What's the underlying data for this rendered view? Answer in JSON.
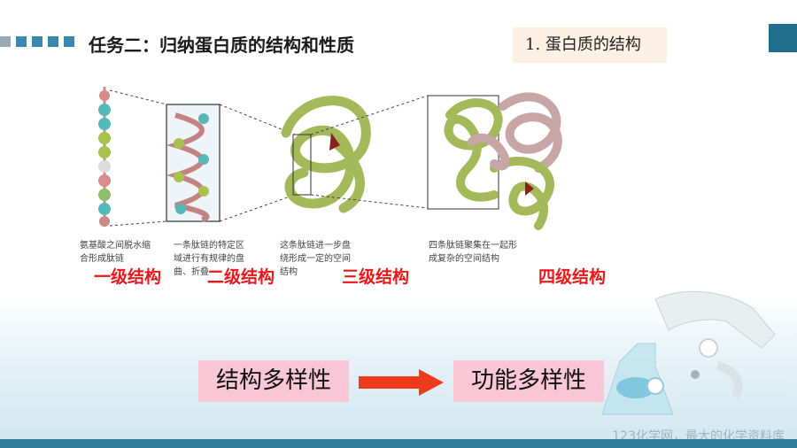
{
  "header": {
    "title": "任务二：归纳蛋白质的结构和性质",
    "section_badge": "1. 蛋白质的结构",
    "square_colors": [
      "#9aa9b3",
      "#3a88b0",
      "#3a88b0",
      "#3a88b0",
      "#3a88b0",
      "#3a88b0"
    ],
    "corner_color": "#1f6e8c"
  },
  "figure": {
    "captions": [
      [
        "氨基酸之间脱水缩",
        "合形成肽链"
      ],
      [
        "一条肽链的特定区",
        "域进行有规律的盘",
        "曲、折叠"
      ],
      [
        "这条肽链进一步盘",
        "绕形成一定的空间",
        "结构"
      ],
      [
        "四条肽链聚集在一起形",
        "成复杂的空间结构"
      ]
    ],
    "levels": [
      "一级结构",
      "二级结构",
      "三级结构",
      "四级结构"
    ],
    "level_color": "#e8191b"
  },
  "relation": {
    "left": "结构多样性",
    "right": "功能多样性",
    "pill_color": "#f9c7d6",
    "arrow_color": "#ef3b1c"
  },
  "footer": {
    "watermark": "123化学网，最大的化学资料库",
    "bar_color": "#2f7e9a"
  }
}
